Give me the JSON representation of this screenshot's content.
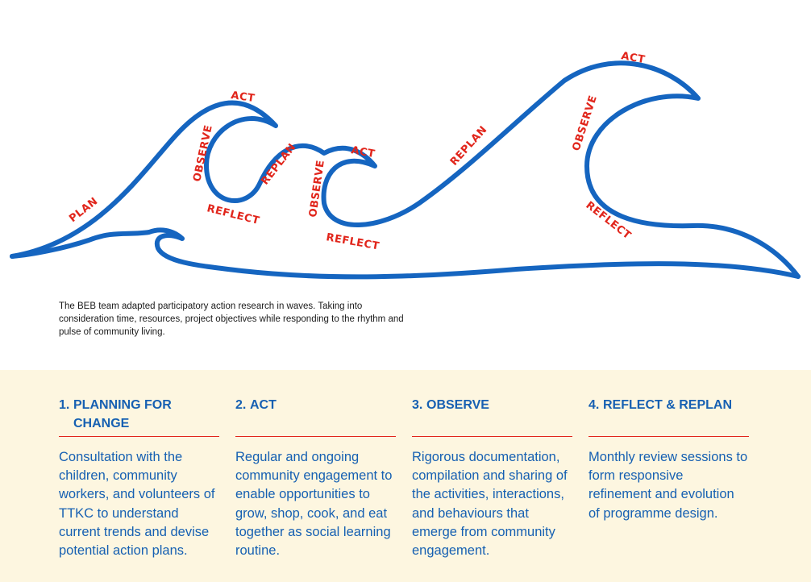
{
  "figure": {
    "wave_color": "#1565c0",
    "label_color": "#e1251b",
    "labels": {
      "plan": "PLAN",
      "act_1": "ACT",
      "observe_1": "OBSERVE",
      "reflect_1": "REFLECT",
      "replan_1": "REPLAN",
      "act_2": "ACT",
      "observe_2": "OBSERVE",
      "reflect_2": "REFLECT",
      "replan_2": "REPLAN",
      "act_3": "ACT",
      "observe_3": "OBSERVE",
      "reflect_3": "REFLECT"
    }
  },
  "caption": "The BEB team adapted participatory action research in waves. Taking into consideration time, resources, project objectives while responding to the rhythm and pulse of community living.",
  "steps": [
    {
      "number": "1.",
      "title": "PLANNING FOR CHANGE",
      "body": "Consultation with the children, community workers, and volunteers of TTKC to understand current trends and devise potential action plans."
    },
    {
      "number": "2.",
      "title": "ACT",
      "body": "Regular and ongoing community engagement to enable opportunities to grow, shop, cook, and eat together as social learning routine."
    },
    {
      "number": "3.",
      "title": "OBSERVE",
      "body": "Rigorous documentation, compilation and sharing of the activities, interactions, and behaviours that emerge from community engagement."
    },
    {
      "number": "4.",
      "title": "REFLECT & REPLAN",
      "body": "Monthly review sessions to form responsive refinement and evolution of programme design."
    }
  ],
  "colors": {
    "panel_background": "#fdf6e0",
    "step_text": "#1660b2",
    "rule": "#e1251b"
  }
}
